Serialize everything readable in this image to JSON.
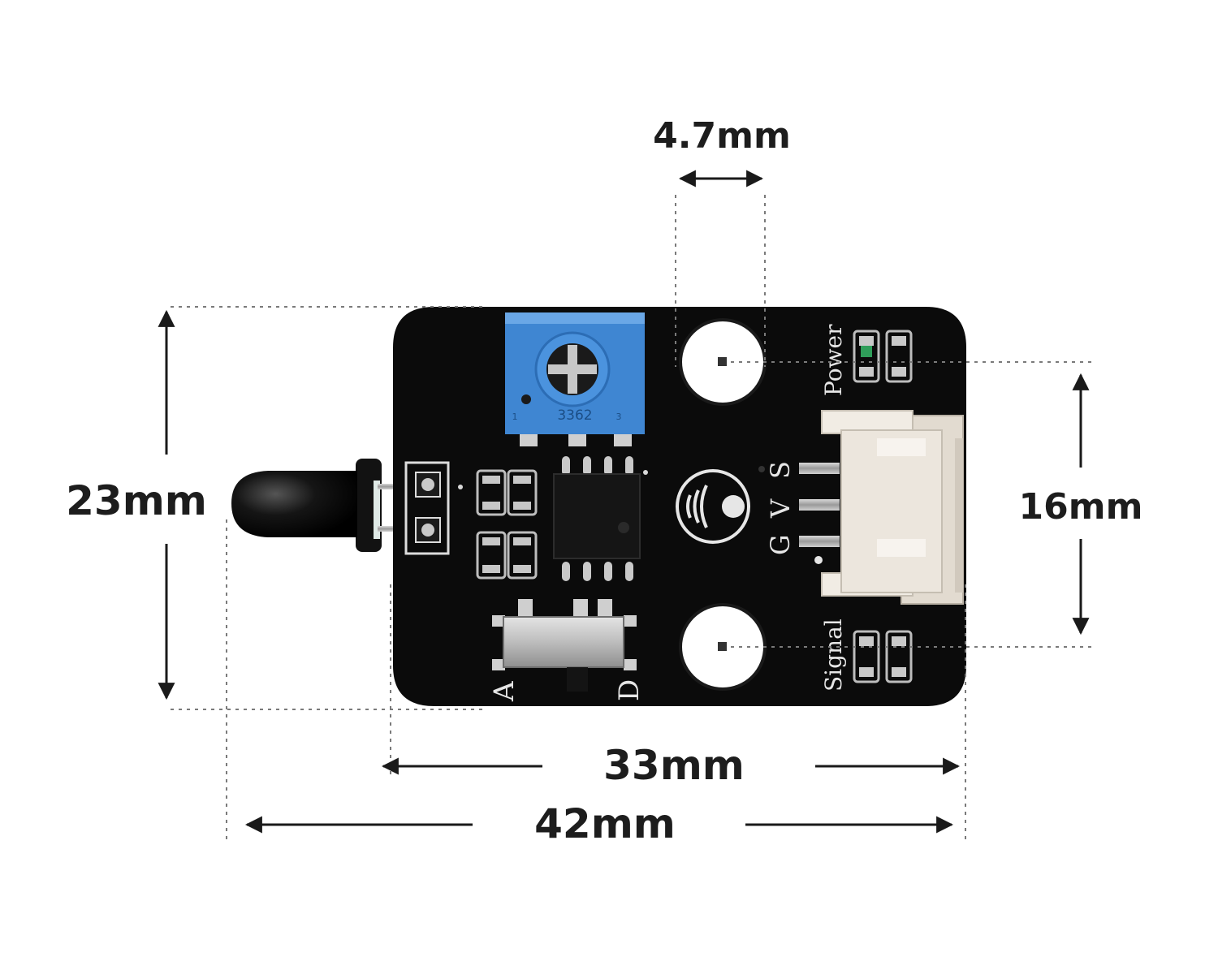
{
  "dimensions": {
    "hole_diameter": "4.7mm",
    "board_height": "23mm",
    "hole_spacing": "16mm",
    "board_width": "33mm",
    "total_length": "42mm"
  },
  "silkscreen": {
    "power": "Power",
    "signal": "Signal",
    "pin_g": "G",
    "pin_v": "V",
    "pin_s": "S",
    "switch_a": "A",
    "switch_d": "D",
    "pot_model": "3362",
    "pot_pin1": "1",
    "pot_pin3": "3"
  },
  "colors": {
    "board": "#0b0b0b",
    "potentiometer": "#3f86d2",
    "connector": "#ece6dd",
    "dimension_lines": "#1a1a1a"
  }
}
